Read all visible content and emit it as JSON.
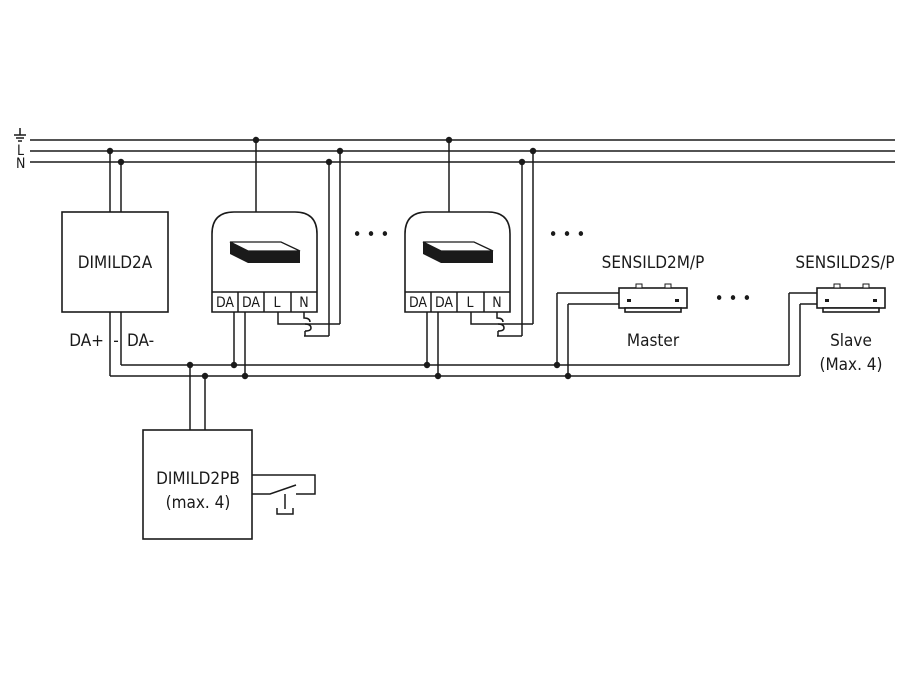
{
  "bus": {
    "earth_symbol": "⏚",
    "l_label": "L",
    "n_label": "N"
  },
  "power_supply": {
    "name": "DIMILD2A",
    "da_plus": "DA+",
    "sep": "-",
    "da_minus": "DA-"
  },
  "drivers": [
    {
      "terminals": [
        "DA",
        "DA",
        "L",
        "N"
      ]
    },
    {
      "terminals": [
        "DA",
        "DA",
        "L",
        "N"
      ]
    }
  ],
  "ellipsis": "• • •",
  "sensors": {
    "master_model": "SENSILD2M/P",
    "master_label": "Master",
    "slave_model": "SENSILD2S/P",
    "slave_label": "Slave",
    "slave_note": "(Max. 4)"
  },
  "push_button": {
    "name": "DIMILD2PB",
    "note": "(max. 4)"
  },
  "colors": {
    "line": "#1a1a1a",
    "background": "#ffffff"
  }
}
